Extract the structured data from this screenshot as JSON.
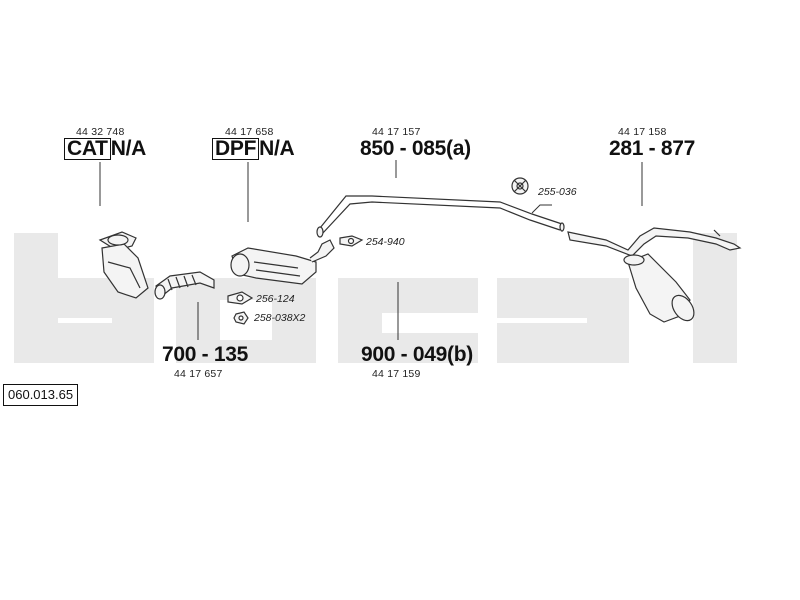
{
  "diagram_ref": "060.013.65",
  "parts": {
    "cat": {
      "oem": "44 32 748",
      "code": "CAT",
      "status": "N/A"
    },
    "dpf": {
      "oem": "44 17 658",
      "code": "DPF",
      "status": "N/A"
    },
    "front_pipe": {
      "code": "850 - 085(a)",
      "oem": "44 17 157"
    },
    "rear_silencer": {
      "code": "281 - 877",
      "oem": "44 17 158"
    },
    "flex_pipe": {
      "code": "700 - 135",
      "oem": "44 17 657"
    },
    "mid_pipe": {
      "code": "900 - 049(b)",
      "oem": "44 17 159"
    }
  },
  "accessories": {
    "hanger": "255-036",
    "gasket_front": "254-940",
    "gasket_flex": "256-124",
    "nut": "258-038X2"
  },
  "colors": {
    "line": "#333333",
    "watermark": "#e6e6e6",
    "part_fill": "#f4f4f4"
  }
}
